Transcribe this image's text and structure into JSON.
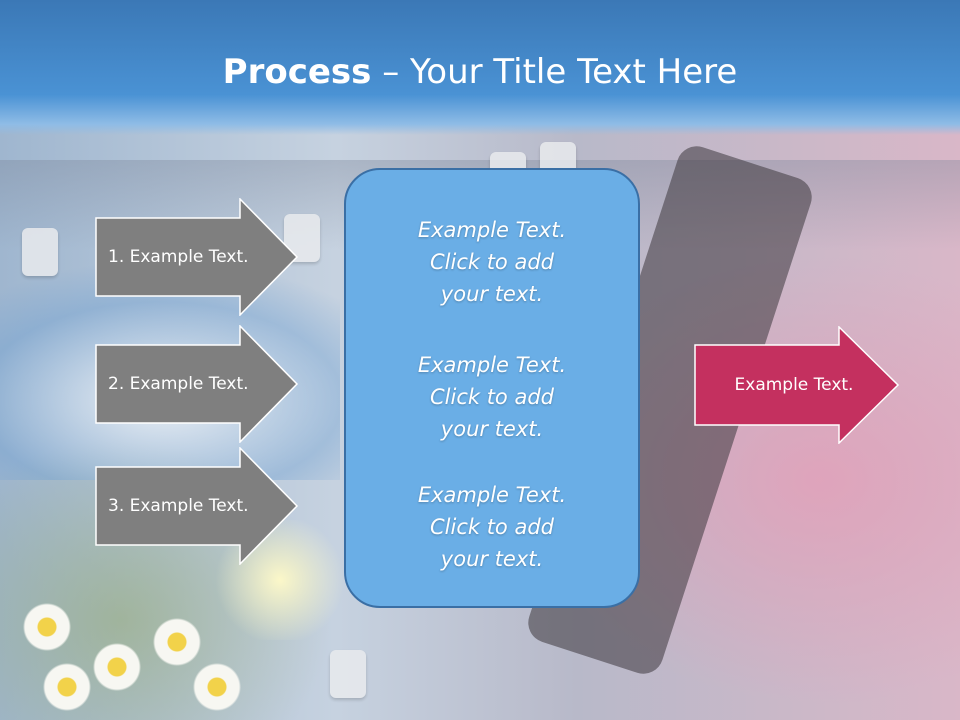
{
  "title": {
    "bold": "Process",
    "dash": " – ",
    "rest": "Your Title Text Here"
  },
  "left_arrows": [
    {
      "label": "1. Example Text."
    },
    {
      "label": "2. Example Text."
    },
    {
      "label": "3. Example Text."
    }
  ],
  "center_box": {
    "paragraphs": [
      {
        "line1": "Example Text.",
        "line2": "Click  to add",
        "line3": "your text."
      },
      {
        "line1": "Example Text.",
        "line2": "Click  to add",
        "line3": "your text."
      },
      {
        "line1": "Example Text.",
        "line2": "Click  to add",
        "line3": "your text."
      }
    ]
  },
  "right_arrow": {
    "label": "Example Text."
  },
  "colors": {
    "header": "#3b78b6",
    "arrow_gray": "#7f7f7f",
    "center_box": "#6aaee6",
    "accent_pink": "#c4305f"
  }
}
